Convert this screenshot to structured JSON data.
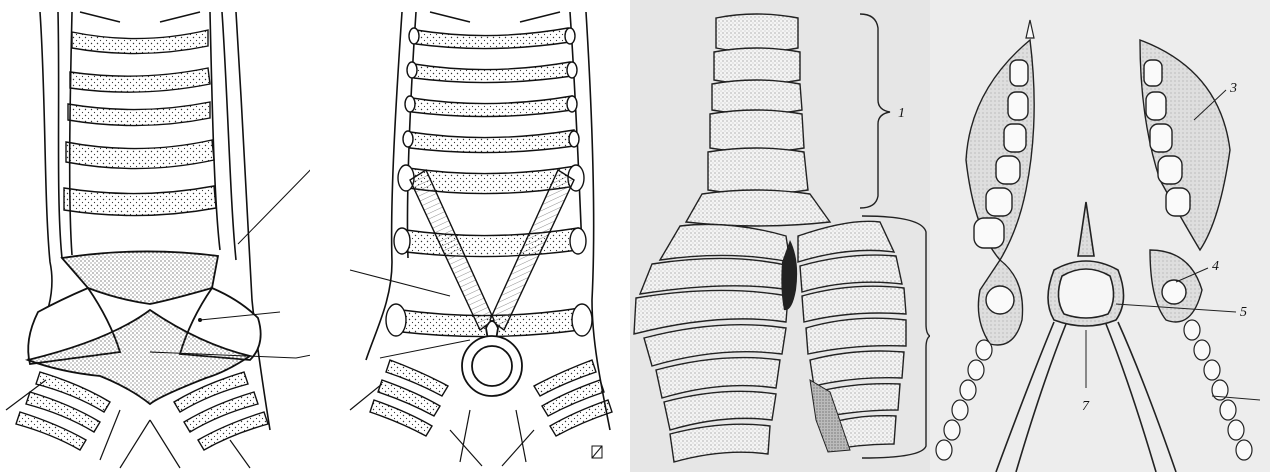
{
  "figures": {
    "c": {
      "brace_labels": [
        "1"
      ]
    },
    "d": {
      "labels": [
        "3",
        "4",
        "5",
        "7"
      ]
    }
  }
}
